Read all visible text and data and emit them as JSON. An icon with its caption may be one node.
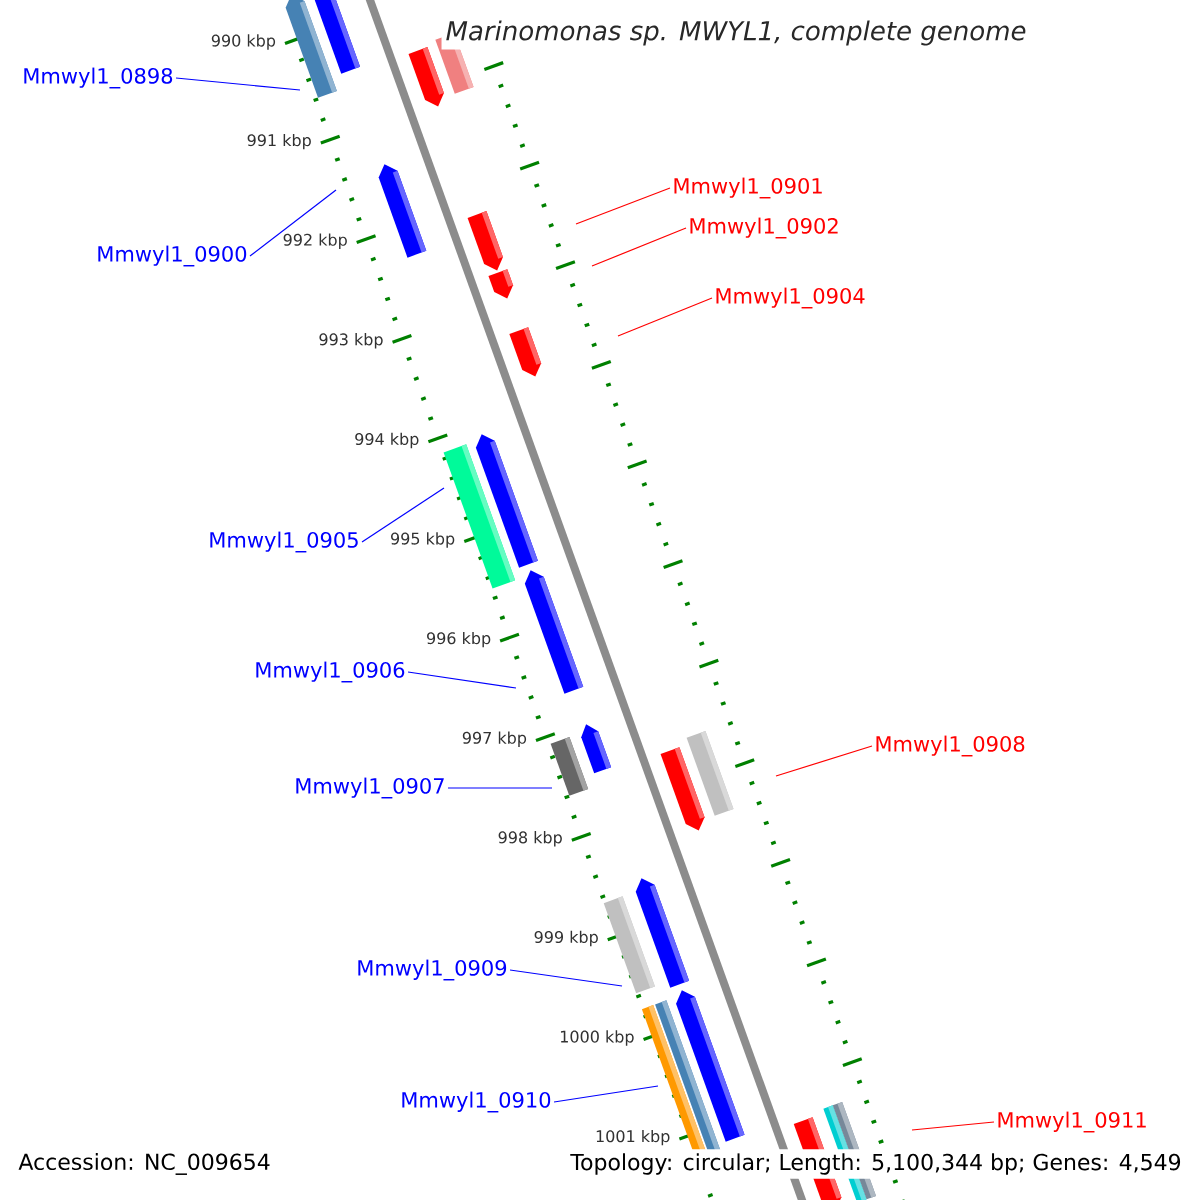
{
  "diagram": {
    "title": "*Marinomonas sp. MWYL1, complete genome*",
    "nodes": [
      {
        "text": [
          "Mmwyl1_0898"
        ]
      },
      {
        "text": [
          "Mmwyl1_0901"
        ]
      },
      {
        "text": [
          "Mmwyl1_0902"
        ]
      },
      {
        "text": [
          "Mmwyl1_0900"
        ]
      },
      {
        "text": [
          "Mmwyl1_0904"
        ]
      },
      {
        "text": [
          "Mmwyl1_0905"
        ]
      },
      {
        "text": [
          "Mmwyl1_0906"
        ]
      },
      {
        "text": [
          "Mmwyl1_0908"
        ]
      },
      {
        "text": [
          "Mmwyl1_0907"
        ]
      },
      {
        "text": [
          "Mmwyl1_0909"
        ]
      },
      {
        "text": [
          "Mmwyl1_0910"
        ]
      },
      {
        "text": [
          "Mmwyl1_0911"
        ]
      }
    ],
    "edges": [
      {
        "from": 0,
        "to": null,
        "arrow": "none",
        "color": "#0000ff"
      },
      {
        "from": 1,
        "to": null,
        "arrow": "none",
        "color": "#ff0000"
      },
      {
        "from": 2,
        "to": null,
        "arrow": "none",
        "color": "#ff0000"
      },
      {
        "from": 3,
        "to": null,
        "arrow": "none",
        "color": "#0000ff"
      },
      {
        "from": 4,
        "to": null,
        "arrow": "none",
        "color": "#ff0000"
      },
      {
        "from": 5,
        "to": null,
        "arrow": "none",
        "color": "#0000ff"
      },
      {
        "from": 6,
        "to": null,
        "arrow": "none",
        "color": "#0000ff"
      },
      {
        "from": 7,
        "to": null,
        "arrow": "none",
        "color": "#ff0000"
      },
      {
        "from": 8,
        "to": null,
        "arrow": "none",
        "color": "#0000ff"
      },
      {
        "from": 9,
        "to": null,
        "arrow": "none",
        "color": "#0000ff"
      },
      {
        "from": 10,
        "to": null,
        "arrow": "none",
        "color": "#0000ff"
      },
      {
        "from": 11,
        "to": null,
        "arrow": "none",
        "color": "#ff0000"
      }
    ],
    "labels": [
      "990 kbp",
      "991 kbp",
      "992 kbp",
      "993 kbp",
      "994 kbp",
      "995 kbp",
      "996 kbp",
      "997 kbp",
      "998 kbp",
      "999 kbp",
      "1000 kbp",
      "1001 kbp",
      "Accession: NC_009654",
      "Topology: circular; Length: 5,100,344 bp; Genes: 4,549"
    ]
  }
}
